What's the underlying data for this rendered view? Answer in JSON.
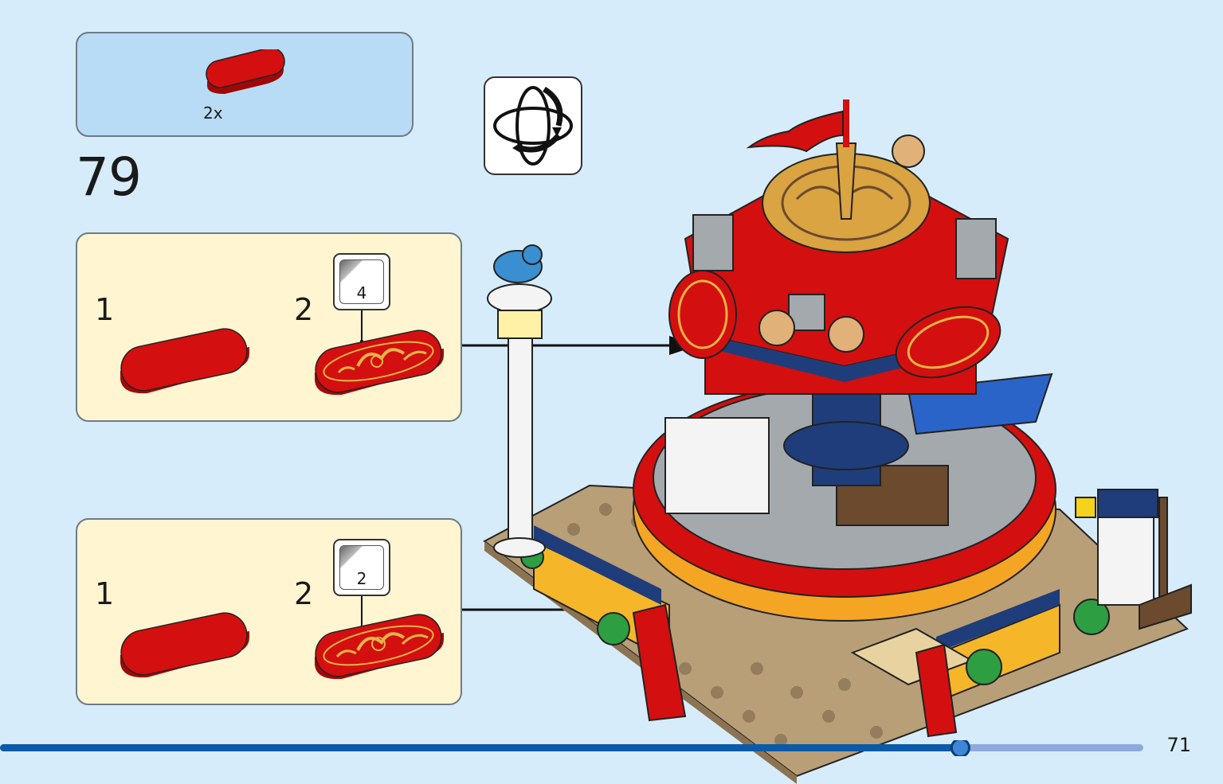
{
  "parts_list": {
    "items": [
      {
        "part": "tile-2x4-round-ends-red",
        "quantity": "2x"
      }
    ]
  },
  "step": {
    "number": "79",
    "rotate_model_icon": "rotate-model-icon",
    "subassemblies": [
      {
        "steps": [
          {
            "number": "1",
            "part": "red-round-tile"
          },
          {
            "number": "2",
            "part": "decorated-tile-with-sticker",
            "sticker_number": "4"
          }
        ]
      },
      {
        "steps": [
          {
            "number": "1",
            "part": "red-round-tile"
          },
          {
            "number": "2",
            "part": "decorated-tile-with-sticker",
            "sticker_number": "2"
          }
        ]
      }
    ]
  },
  "progress": {
    "fraction": 0.84
  },
  "page": {
    "number": "71"
  },
  "colors": {
    "background": "#d6ecfb",
    "parts_panel": "#b9dcf6",
    "subassembly_panel": "#fff6d1",
    "brick_red": "#d40f0f",
    "gold": "#d9a441",
    "progress_fill": "#0a5aa8",
    "progress_track": "#8fa9dc"
  }
}
